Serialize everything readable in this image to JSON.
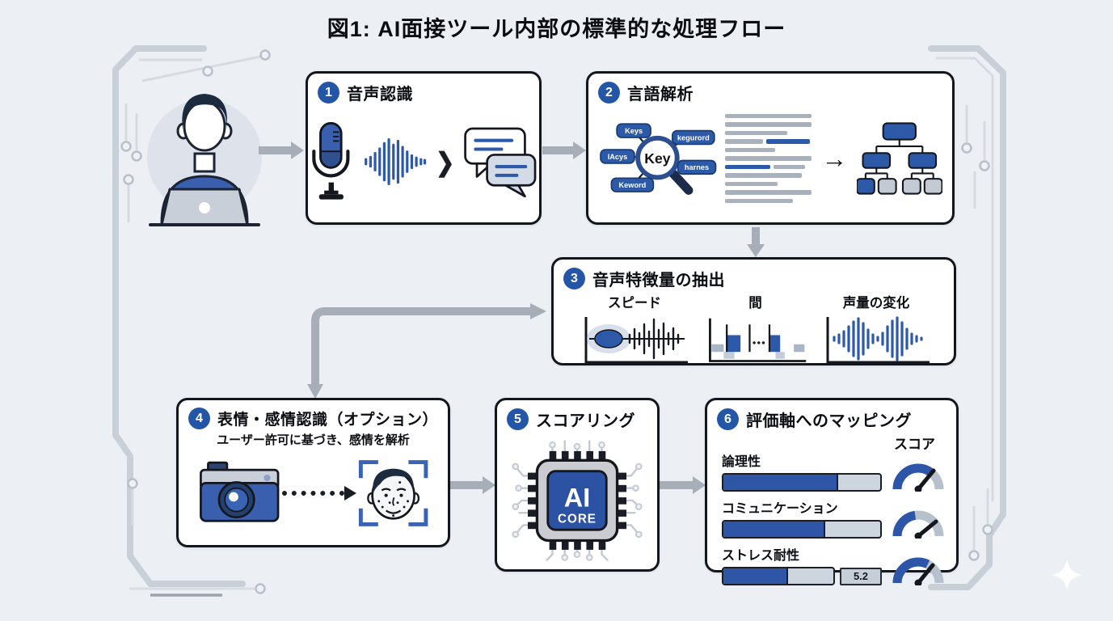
{
  "title": "図1: AI面接ツール内部の標準的な処理フロー",
  "glyphs": {
    "chevron": "❯",
    "arrow_right": "→"
  },
  "boxes": {
    "box1": {
      "num": "1",
      "title": "音声認識"
    },
    "box2": {
      "num": "2",
      "title": "言語解析",
      "magnifier_label": "Key",
      "keyword_pills": [
        "Keys",
        "kegurord",
        "lAcys",
        "harnes",
        "Keword"
      ]
    },
    "box3": {
      "num": "3",
      "title": "音声特徴量の抽出",
      "features": [
        {
          "label": "スピード"
        },
        {
          "label": "間"
        },
        {
          "label": "声量の変化"
        }
      ]
    },
    "box4": {
      "num": "4",
      "title": "表情・感情認識（オプション）",
      "subtitle": "ユーザー許可に基づき、感情を解析"
    },
    "box5": {
      "num": "5",
      "title": "スコアリング",
      "chip_label_top": "AI",
      "chip_label_bottom": "CORE"
    },
    "box6": {
      "num": "6",
      "title": "評価軸へのマッピング",
      "score_label": "スコア",
      "rows": [
        {
          "label": "論理性",
          "bar_pct": "72%"
        },
        {
          "label": "コミュニケーション",
          "bar_pct": "64%"
        },
        {
          "label": "ストレス耐性",
          "bar_pct": "57%",
          "value": "5.2"
        }
      ]
    }
  },
  "colors": {
    "accent_blue": "#2d5aa8",
    "badge_blue": "#2456a8",
    "outline": "#15171e",
    "arrow_grey": "#a7aeb8",
    "bar_track": "#cdd5df"
  }
}
